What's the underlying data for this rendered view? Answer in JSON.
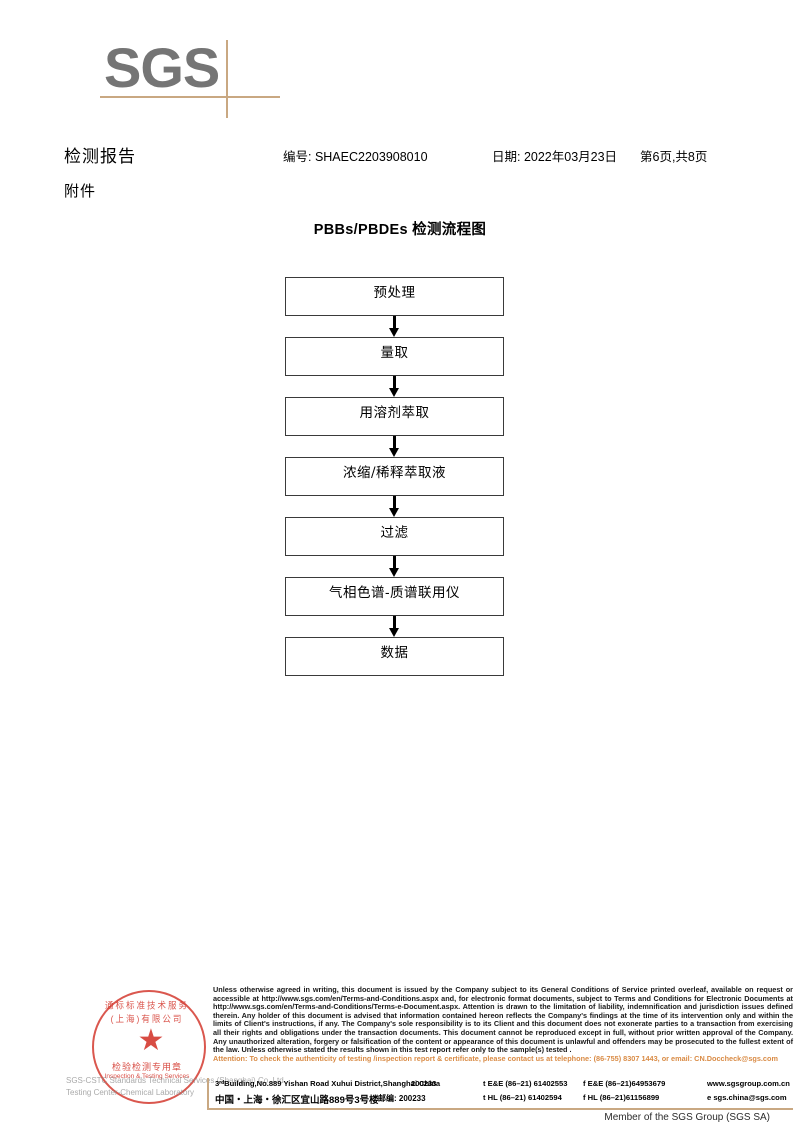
{
  "logo": {
    "text": "SGS",
    "line_color": "#c9a882",
    "text_color": "#757575"
  },
  "header": {
    "title": "检测报告",
    "ref_no": "编号: SHAEC2203908010",
    "date": "日期: 2022年03月23日",
    "pages": "第6页,共8页",
    "subtitle": "附件"
  },
  "chart_title": "PBBs/PBDEs 检测流程图",
  "flow_nodes": [
    {
      "label": "预处理"
    },
    {
      "label": "量取"
    },
    {
      "label": "用溶剂萃取"
    },
    {
      "label": "浓缩/稀释萃取液"
    },
    {
      "label": "过滤"
    },
    {
      "label": "气相色谱-质谱联用仪"
    },
    {
      "label": "数据"
    }
  ],
  "stamp": {
    "company_cn": "通标标准技术服务(上海)有限公司",
    "purpose_cn": "检验检测专用章",
    "purpose_en": "Inspection & Testing Services",
    "color": "#d4392f"
  },
  "watermark": {
    "line1": "SGS-CSTC Standards Technical Services (Shanghai) Co.,Ltd.",
    "line2": "Testing Center-Chemical Laboratory"
  },
  "footer": {
    "legal_text": "Unless otherwise agreed in writing, this document is issued by the Company subject to its General Conditions of Service printed overleaf, available on request or accessible at http://www.sgs.com/en/Terms-and-Conditions.aspx and, for electronic format documents, subject to Terms and Conditions for Electronic Documents at http://www.sgs.com/en/Terms-and-Conditions/Terms-e-Document.aspx. Attention is drawn to the limitation of liability, indemnification and jurisdiction issues defined therein. Any holder of this document is advised that information contained hereon reflects the Company's findings at the time of its intervention only and within the limits of Client's instructions, if any. The Company's sole responsibility is to its Client and this document does not exonerate parties to a transaction from exercising all their rights and obligations under the transaction documents. This document cannot be reproduced except in full, without prior written approval of the Company. Any unauthorized alteration, forgery or falsification of the content or appearance of this document is unlawful and offenders may be prosecuted to the fullest extent of the law. Unless otherwise stated the results shown in this test report refer only to the sample(s) tested .",
    "attention_text": "Attention: To check the authenticity of testing /inspection report & certificate, please contact us at telephone: (86-755) 8307 1443, or email: CN.Doccheck@sgs.com",
    "attention_color": "#d98b45",
    "address_en": "3ʳᵈBuilding,No.889 Yishan Road Xuhui District,Shanghai China",
    "address_cn": "中国・上海・徐汇区宜山路889号3号楼",
    "zip_en": "200233",
    "zip_cn": "邮编: 200233",
    "tel_ee": "t E&E (86–21) 61402553",
    "fax_ee": "f E&E (86–21)64953679",
    "website": "www.sgsgroup.com.cn",
    "tel_hl": "t HL (86–21) 61402594",
    "fax_hl": "f HL (86–21)61156899",
    "email": "e sgs.china@sgs.com",
    "member_text": "Member of the SGS Group (SGS SA)"
  }
}
